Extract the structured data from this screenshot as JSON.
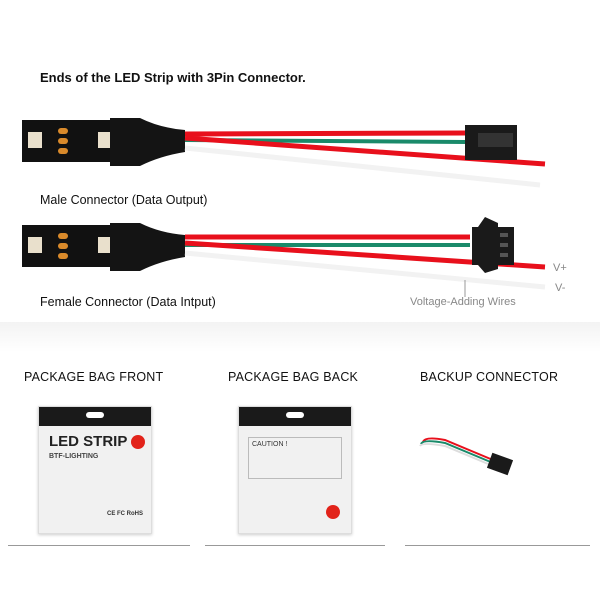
{
  "title": "Ends of the LED Strip with 3Pin Connector.",
  "male_label": "Male Connector (Data Output)",
  "female_label": "Female Connector (Data Intput)",
  "voltage_label": "Voltage-Adding Wires",
  "v_plus": "V+",
  "v_minus": "V-",
  "sections": {
    "front": "PACKAGE BAG FRONT",
    "back": "PACKAGE BAG BACK",
    "backup": "BACKUP CONNECTOR"
  },
  "bag_front": {
    "brand_title": "LED STRIP",
    "brand": "BTF-LIGHTING",
    "certs": "CE FC RoHS"
  },
  "bag_back": {
    "caution": "CAUTION !"
  },
  "colors": {
    "red_wire": "#e8101c",
    "green_wire": "#1a8a6a",
    "white_wire": "#f4f4f4",
    "strip": "#111111",
    "pad": "#d98a2b"
  }
}
